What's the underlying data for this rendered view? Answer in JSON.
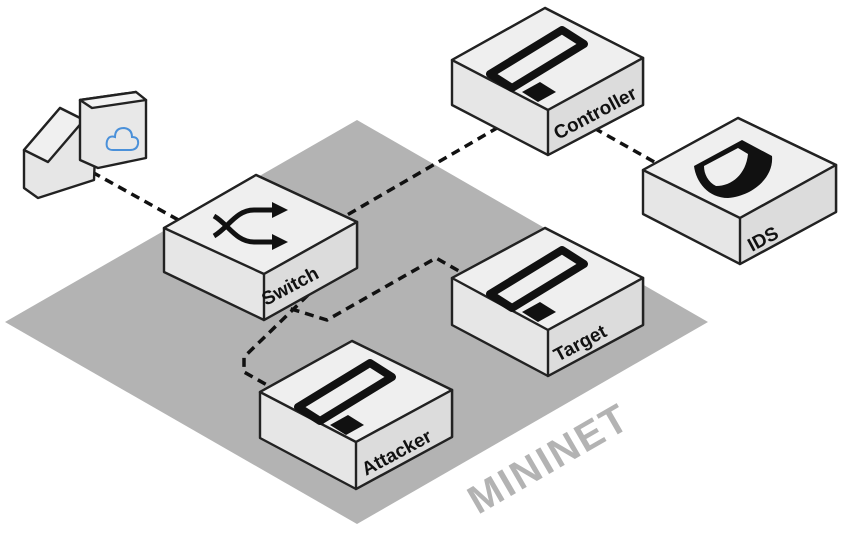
{
  "diagram": {
    "platform_label": "MININET",
    "nodes": [
      {
        "id": "switch",
        "label": "Switch",
        "icon": "switch-arrows-icon"
      },
      {
        "id": "controller",
        "label": "Controller",
        "icon": "monitor-icon"
      },
      {
        "id": "ids",
        "label": "IDS",
        "icon": "shield-icon"
      },
      {
        "id": "target",
        "label": "Target",
        "icon": "monitor-icon"
      },
      {
        "id": "attacker",
        "label": "Attacker",
        "icon": "monitor-icon"
      }
    ],
    "external": {
      "icon": "cloud-gateway-icon"
    },
    "links": [
      {
        "from": "cloud-gateway",
        "to": "switch"
      },
      {
        "from": "switch",
        "to": "controller"
      },
      {
        "from": "controller",
        "to": "ids"
      },
      {
        "from": "switch",
        "to": "target"
      },
      {
        "from": "switch",
        "to": "attacker"
      }
    ],
    "colors": {
      "platform": "#b3b3b3",
      "box_top": "#eeeeee",
      "box_side": "#dcdcdc",
      "box_front": "#e6e6e6",
      "outline": "#222222",
      "icon": "#111111",
      "cloud": "#4a90d9"
    }
  }
}
